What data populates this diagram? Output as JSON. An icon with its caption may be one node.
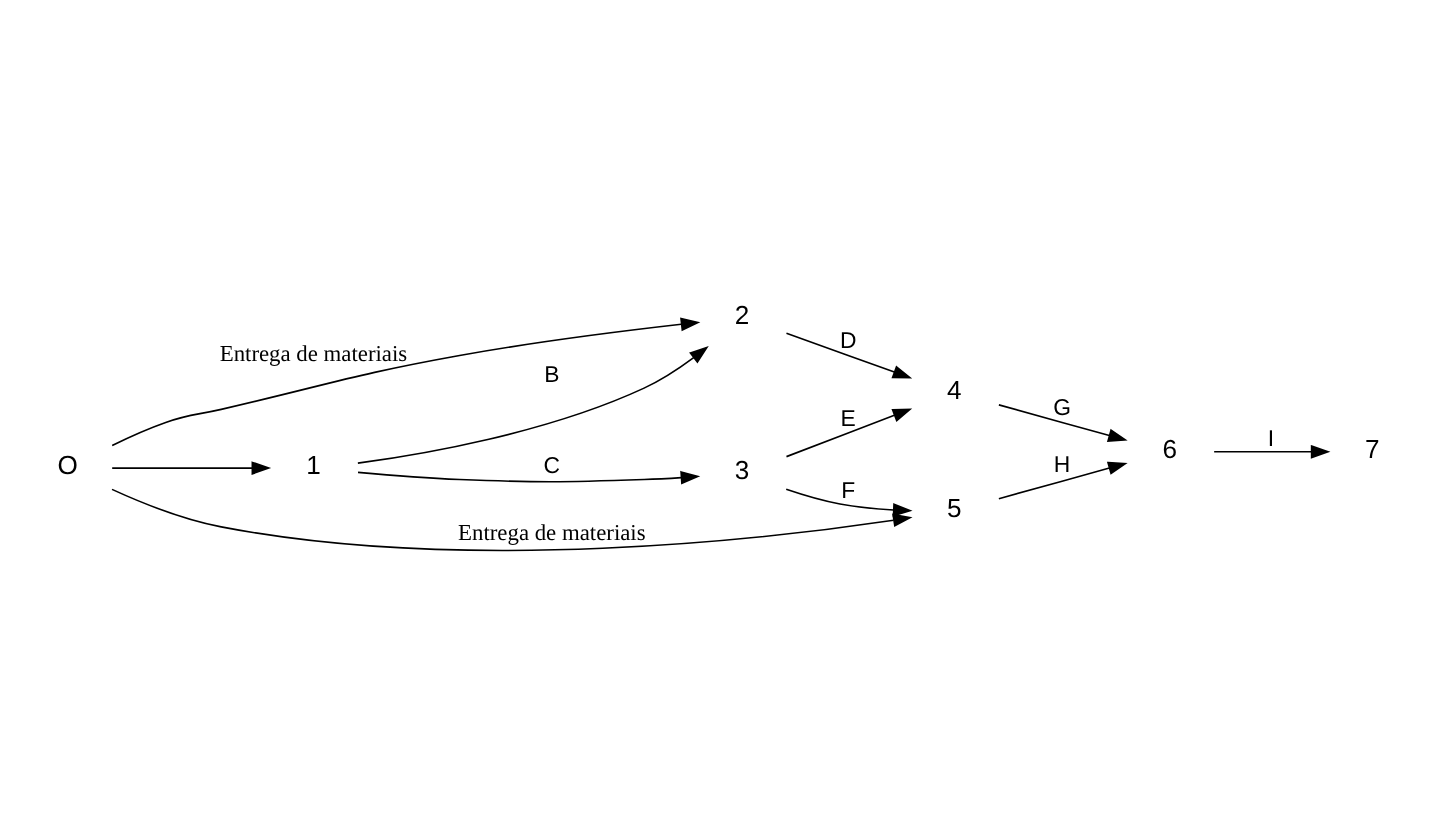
{
  "diagram": {
    "nodes": [
      {
        "text": [
          "O"
        ]
      },
      {
        "text": [
          "1"
        ]
      },
      {
        "text": [
          "2"
        ]
      },
      {
        "text": [
          "3"
        ]
      },
      {
        "text": [
          "4"
        ]
      },
      {
        "text": [
          "5"
        ]
      },
      {
        "text": [
          "6"
        ]
      },
      {
        "text": [
          "7"
        ]
      }
    ],
    "edges": [
      {
        "from": 0,
        "to": 2,
        "arrow": "to",
        "label": "Entrega de materiais"
      },
      {
        "from": 0,
        "to": 1,
        "arrow": "to"
      },
      {
        "from": 1,
        "to": 2,
        "arrow": "to",
        "label": "B"
      },
      {
        "from": 1,
        "to": 3,
        "arrow": "to",
        "label": "C"
      },
      {
        "from": 2,
        "to": 4,
        "arrow": "to",
        "label": "D"
      },
      {
        "from": 3,
        "to": 4,
        "arrow": "to",
        "label": "E"
      },
      {
        "from": 3,
        "to": 5,
        "arrow": "to",
        "label": "F"
      },
      {
        "from": 0,
        "to": 5,
        "arrow": "to",
        "label": "Entrega de materiais"
      },
      {
        "from": 4,
        "to": 6,
        "arrow": "to",
        "label": "G"
      },
      {
        "from": 5,
        "to": 6,
        "arrow": "to",
        "label": "H"
      },
      {
        "from": 6,
        "to": 7,
        "arrow": "to",
        "label": "I"
      }
    ]
  }
}
